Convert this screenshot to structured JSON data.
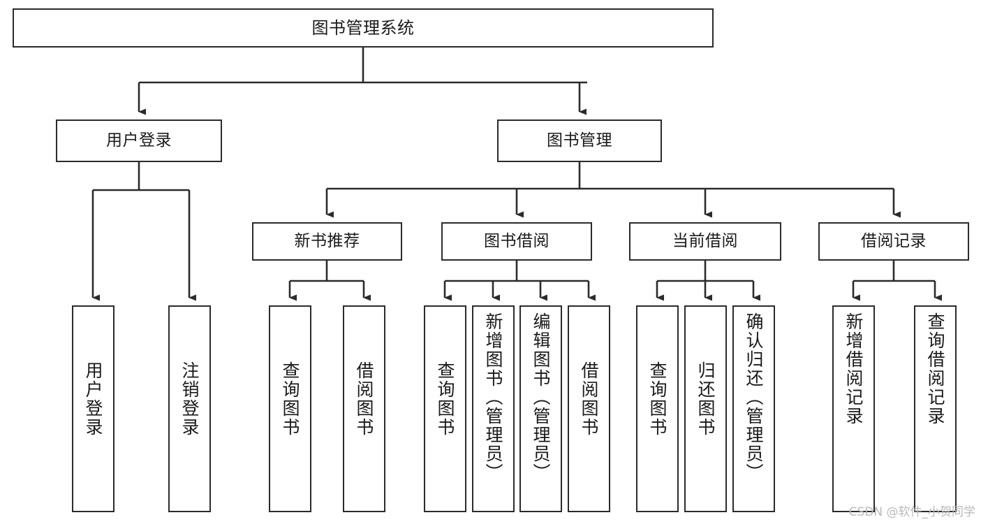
{
  "diagram": {
    "type": "tree",
    "title": "图书管理系统",
    "root": {
      "id": "root",
      "label": "图书管理系统"
    },
    "level2": [
      {
        "id": "user-login",
        "label": "用户登录"
      },
      {
        "id": "book-manage",
        "label": "图书管理"
      }
    ],
    "level3": [
      {
        "id": "new-book-rec",
        "label": "新书推荐"
      },
      {
        "id": "book-borrow",
        "label": "图书借阅"
      },
      {
        "id": "current-borrow",
        "label": "当前借阅"
      },
      {
        "id": "borrow-record",
        "label": "借阅记录"
      }
    ],
    "leaves": {
      "user_login": [
        {
          "id": "leaf-user-login",
          "label": "用户登录"
        },
        {
          "id": "leaf-logout",
          "label": "注销登录"
        }
      ],
      "new_book_rec": [
        {
          "id": "leaf-query-book-1",
          "label": "查询图书"
        },
        {
          "id": "leaf-borrow-book-1",
          "label": "借阅图书"
        }
      ],
      "book_borrow": [
        {
          "id": "leaf-query-book-2",
          "label": "查询图书"
        },
        {
          "id": "leaf-add-book",
          "label": "新增图书（管理员）"
        },
        {
          "id": "leaf-edit-book",
          "label": "编辑图书（管理员）"
        },
        {
          "id": "leaf-borrow-book-2",
          "label": "借阅图书"
        }
      ],
      "current_borrow": [
        {
          "id": "leaf-query-book-3",
          "label": "查询图书"
        },
        {
          "id": "leaf-return-book",
          "label": "归还图书"
        },
        {
          "id": "leaf-confirm-return",
          "label": "确认归还（管理员）"
        }
      ],
      "borrow_record": [
        {
          "id": "leaf-add-record",
          "label": "新增借阅记录"
        },
        {
          "id": "leaf-query-record",
          "label": "查询借阅记录"
        }
      ]
    }
  },
  "watermark": {
    "text": "CSDN @软件_小贺同学"
  },
  "colors": {
    "border": "#2b2b2b",
    "text": "#1a1a1a",
    "background": "#ffffff",
    "watermark": "#b9b9b9"
  }
}
